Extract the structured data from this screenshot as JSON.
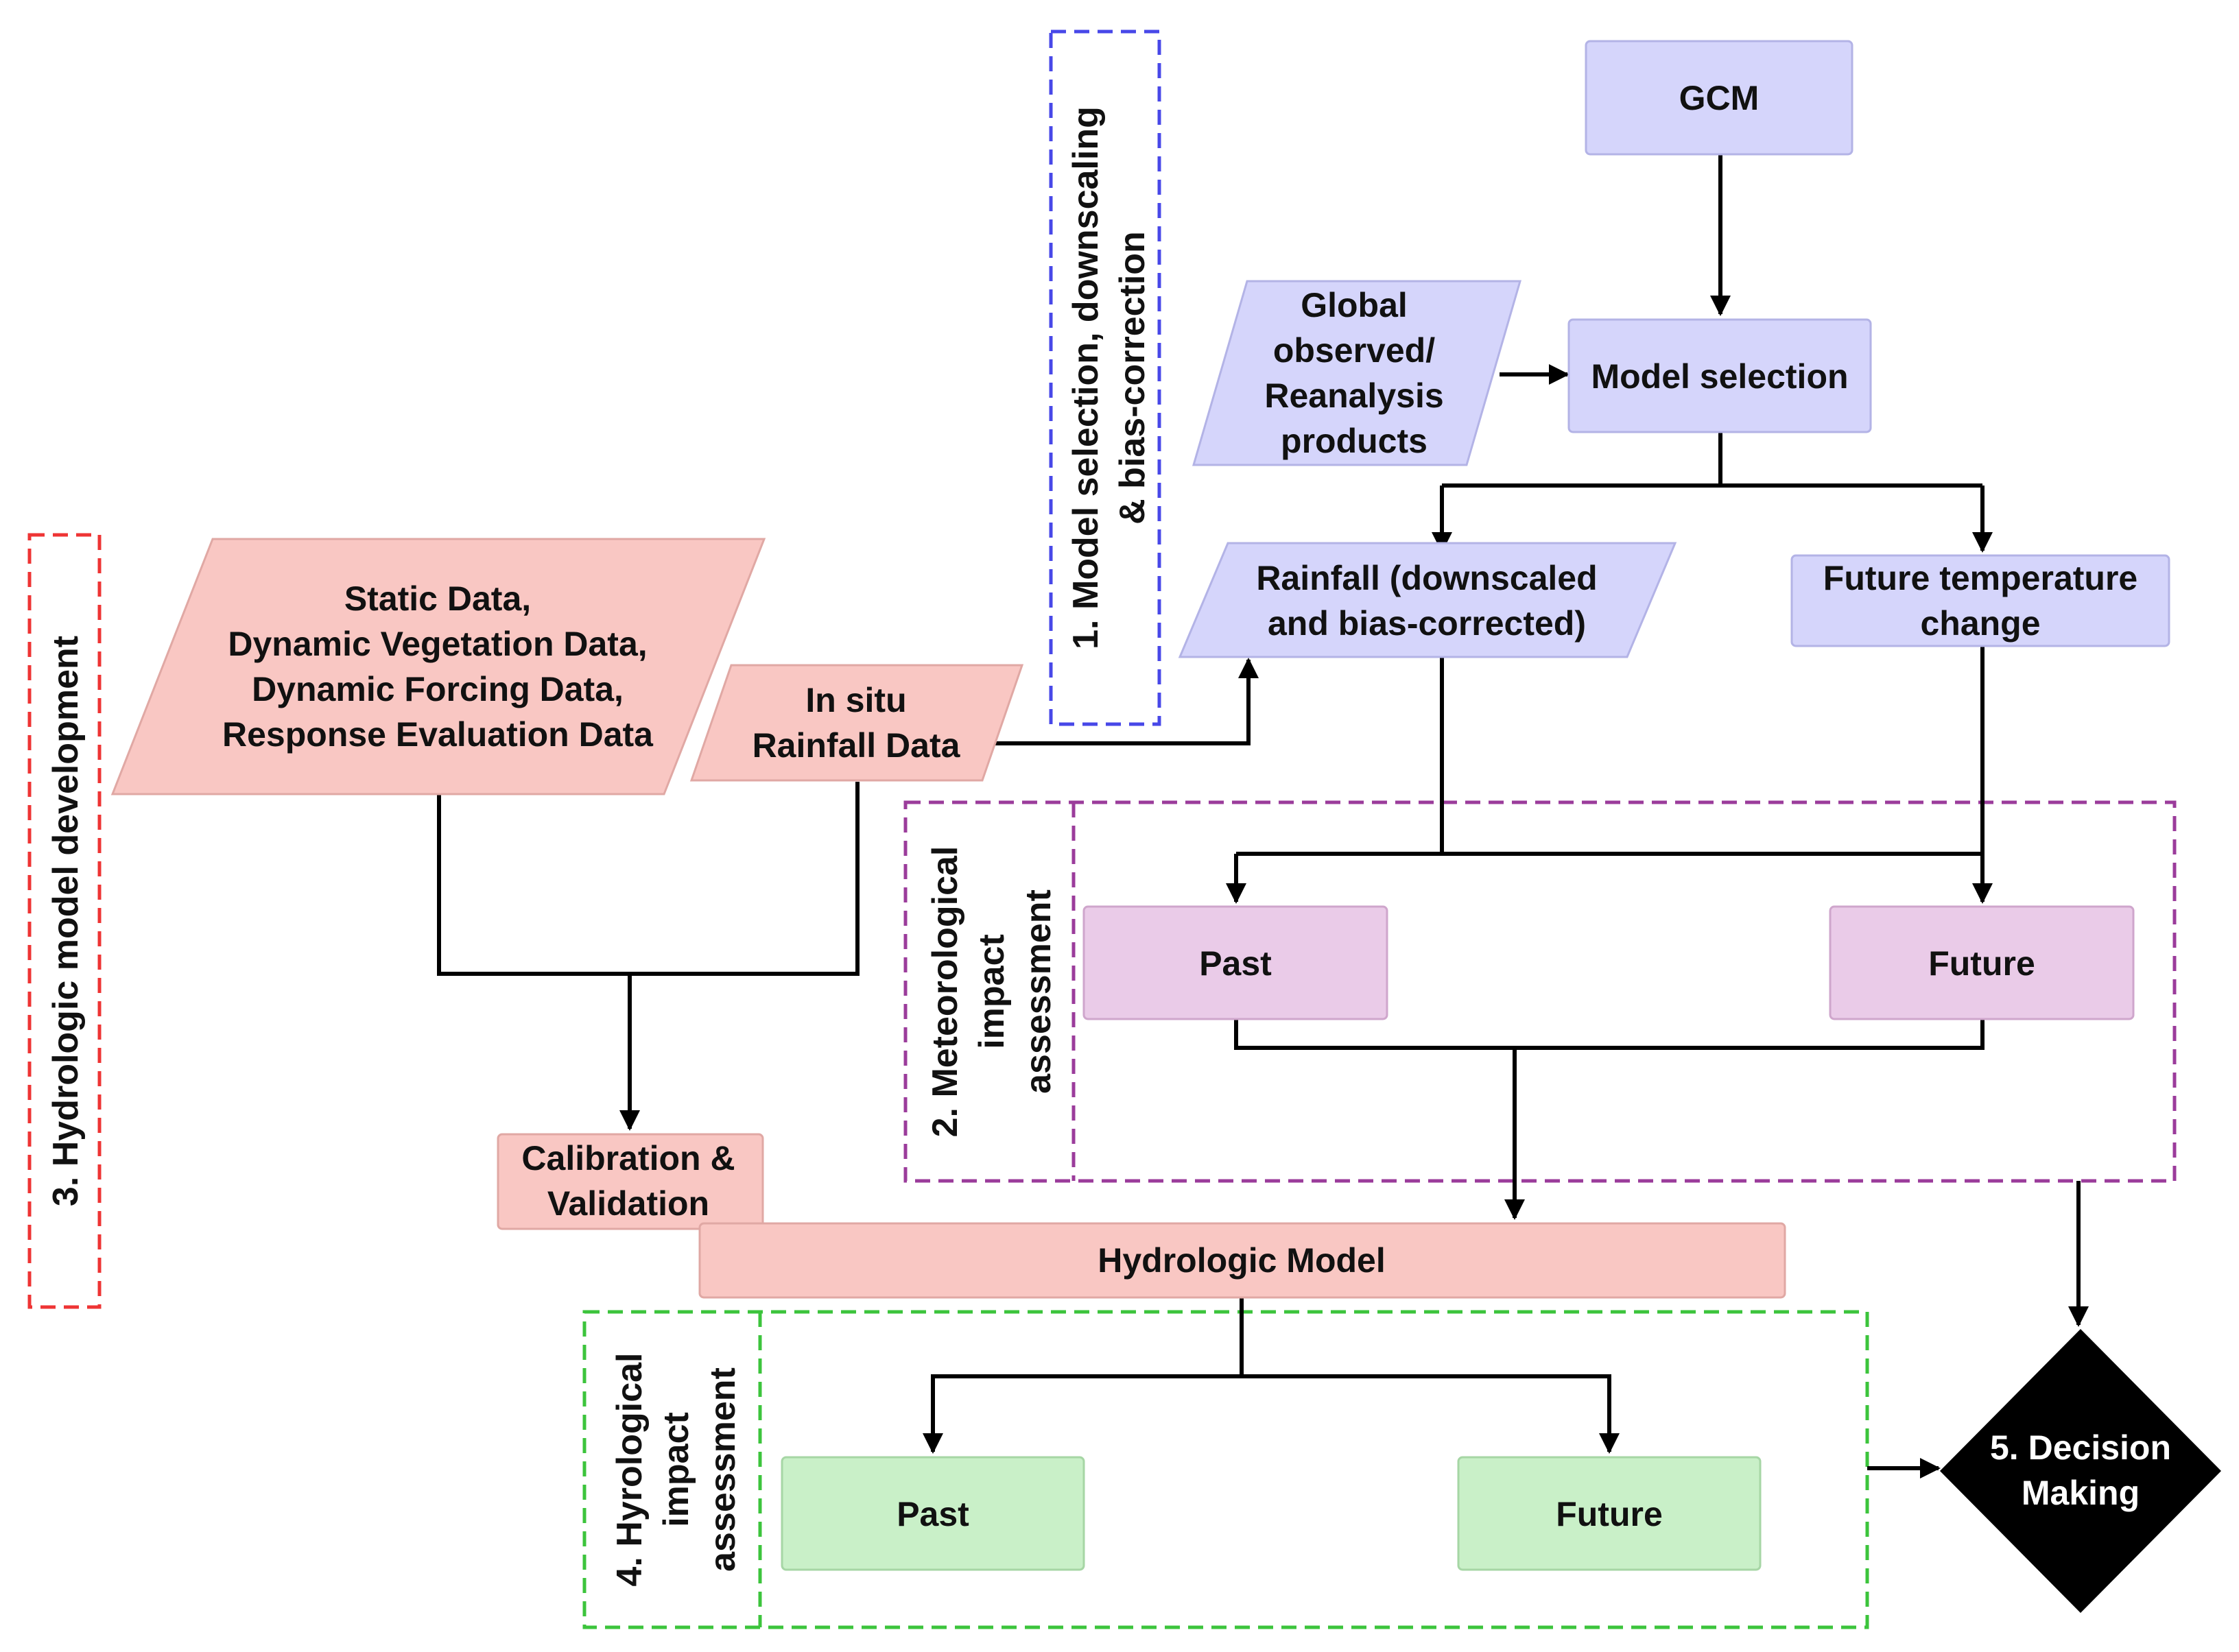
{
  "colors": {
    "blue_fill": "#d5d5fb",
    "blue_stroke": "#b3b3e6",
    "pink_fill": "#f9c7c3",
    "pink_stroke": "#e0a8a4",
    "mauve_fill": "#eacbe8",
    "mauve_stroke": "#cfa6cc",
    "green_fill": "#c9f0c8",
    "green_stroke": "#a6d6a5",
    "decision_fill": "#000000",
    "group1_border": "#4848e8",
    "group2_border": "#9b3c9b",
    "group3_border": "#ee3434",
    "group4_border": "#3cc43c"
  },
  "nodes": {
    "gcm": "GCM",
    "global_observed": [
      "Global",
      "observed/",
      "Reanalysis",
      "products"
    ],
    "model_selection": "Model selection",
    "rainfall": [
      "Rainfall (downscaled",
      "and bias-corrected)"
    ],
    "future_temp": [
      "Future temperature",
      "change"
    ],
    "static_data": [
      "Static Data,",
      "Dynamic Vegetation Data,",
      "Dynamic Forcing Data,",
      "Response Evaluation Data"
    ],
    "in_situ": [
      "In situ",
      "Rainfall Data"
    ],
    "met_past": "Past",
    "met_future": "Future",
    "calibration": [
      "Calibration &",
      "Validation"
    ],
    "hydrologic_model": "Hydrologic Model",
    "hyd_past": "Past",
    "hyd_future": "Future",
    "decision": [
      "5. Decision",
      "Making"
    ]
  },
  "groups": {
    "g1": [
      "1. Model selection, downscaling",
      "& bias-correction"
    ],
    "g2": [
      "2. Meteorological",
      "impact",
      "assessment"
    ],
    "g3": "3. Hydrologic model development",
    "g4": [
      "4. Hyrological",
      "impact",
      "assessment"
    ]
  }
}
